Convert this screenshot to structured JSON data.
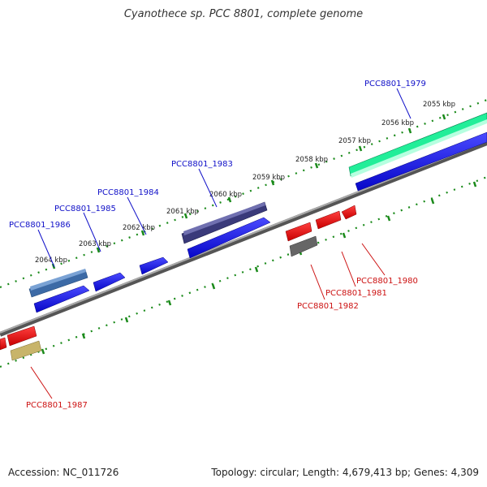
{
  "title": "Cyanothece sp. PCC 8801, complete genome",
  "footer": {
    "accession": "Accession: NC_011726",
    "summary": "Topology: circular; Length: 4,679,413 bp; Genes: 4,309"
  },
  "colors": {
    "forward_gene": "#1010e0",
    "reverse_gene": "#e8101a",
    "label_forward": "#1010c8",
    "label_reverse": "#cc1010",
    "backbone": "#888888",
    "tick": "#1a8a1a"
  },
  "ticks": [
    "2055 kbp",
    "2056 kbp",
    "2057 kbp",
    "2058 kbp",
    "2059 kbp",
    "2060 kbp",
    "2061 kbp",
    "2062 kbp",
    "2063 kbp",
    "2064 kbp"
  ],
  "gene_labels_forward": [
    "PCC8801_1979",
    "PCC8801_1983",
    "PCC8801_1984",
    "PCC8801_1985",
    "PCC8801_1986"
  ],
  "gene_labels_reverse": [
    "PCC8801_1980",
    "PCC8801_1981",
    "PCC8801_1982",
    "PCC8801_1987"
  ]
}
